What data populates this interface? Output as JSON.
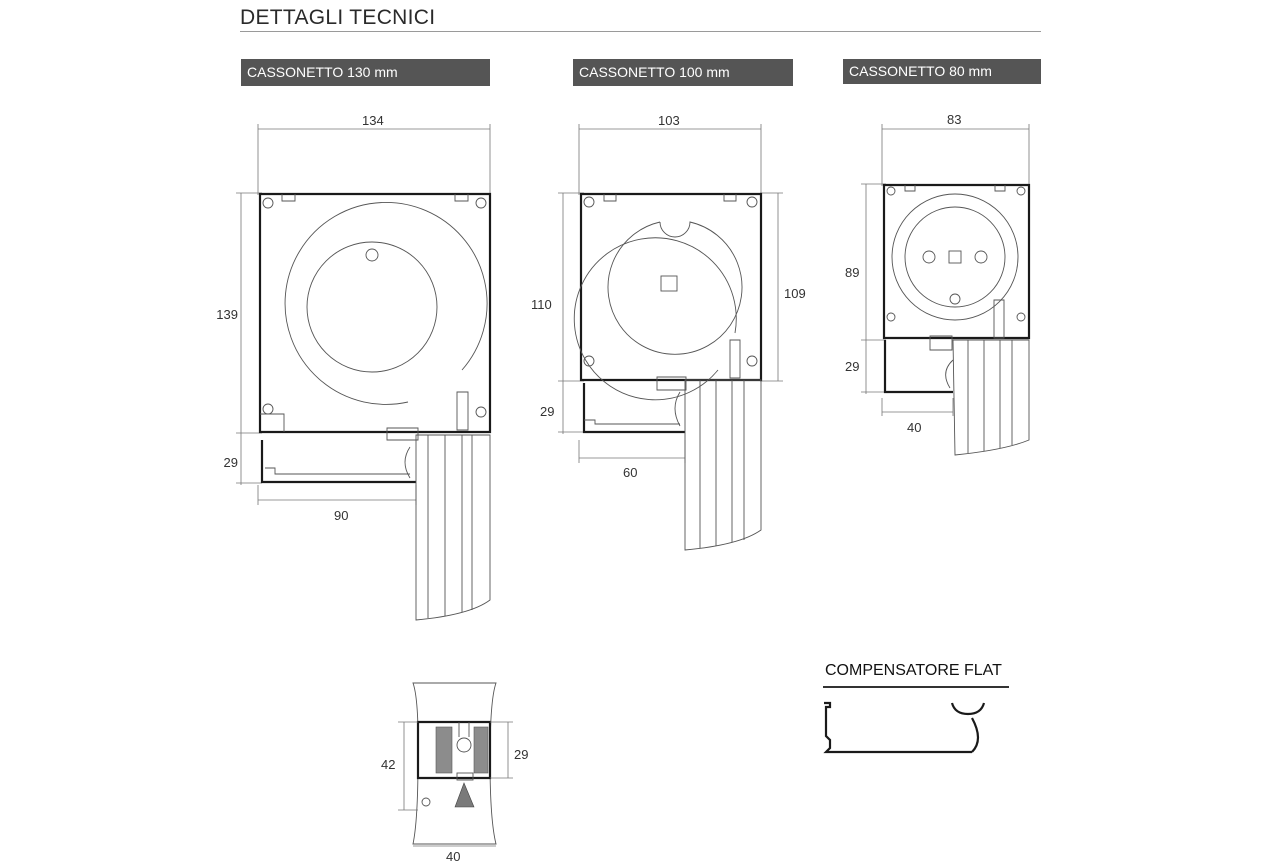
{
  "header": {
    "title": "DETTAGLI TECNICI"
  },
  "sections": [
    {
      "label": "CASSONETTO 130 mm",
      "dims": [
        "134",
        "139",
        "29",
        "90"
      ]
    },
    {
      "label": "CASSONETTO 100 mm",
      "dims": [
        "103",
        "110",
        "109",
        "29",
        "60"
      ]
    },
    {
      "label": "CASSONETTO 80 mm",
      "dims": [
        "83",
        "89",
        "29",
        "40"
      ]
    }
  ],
  "guide_detail": {
    "dims": [
      "42",
      "29",
      "40"
    ]
  },
  "compensatore": {
    "title": "COMPENSATORE FLAT"
  }
}
